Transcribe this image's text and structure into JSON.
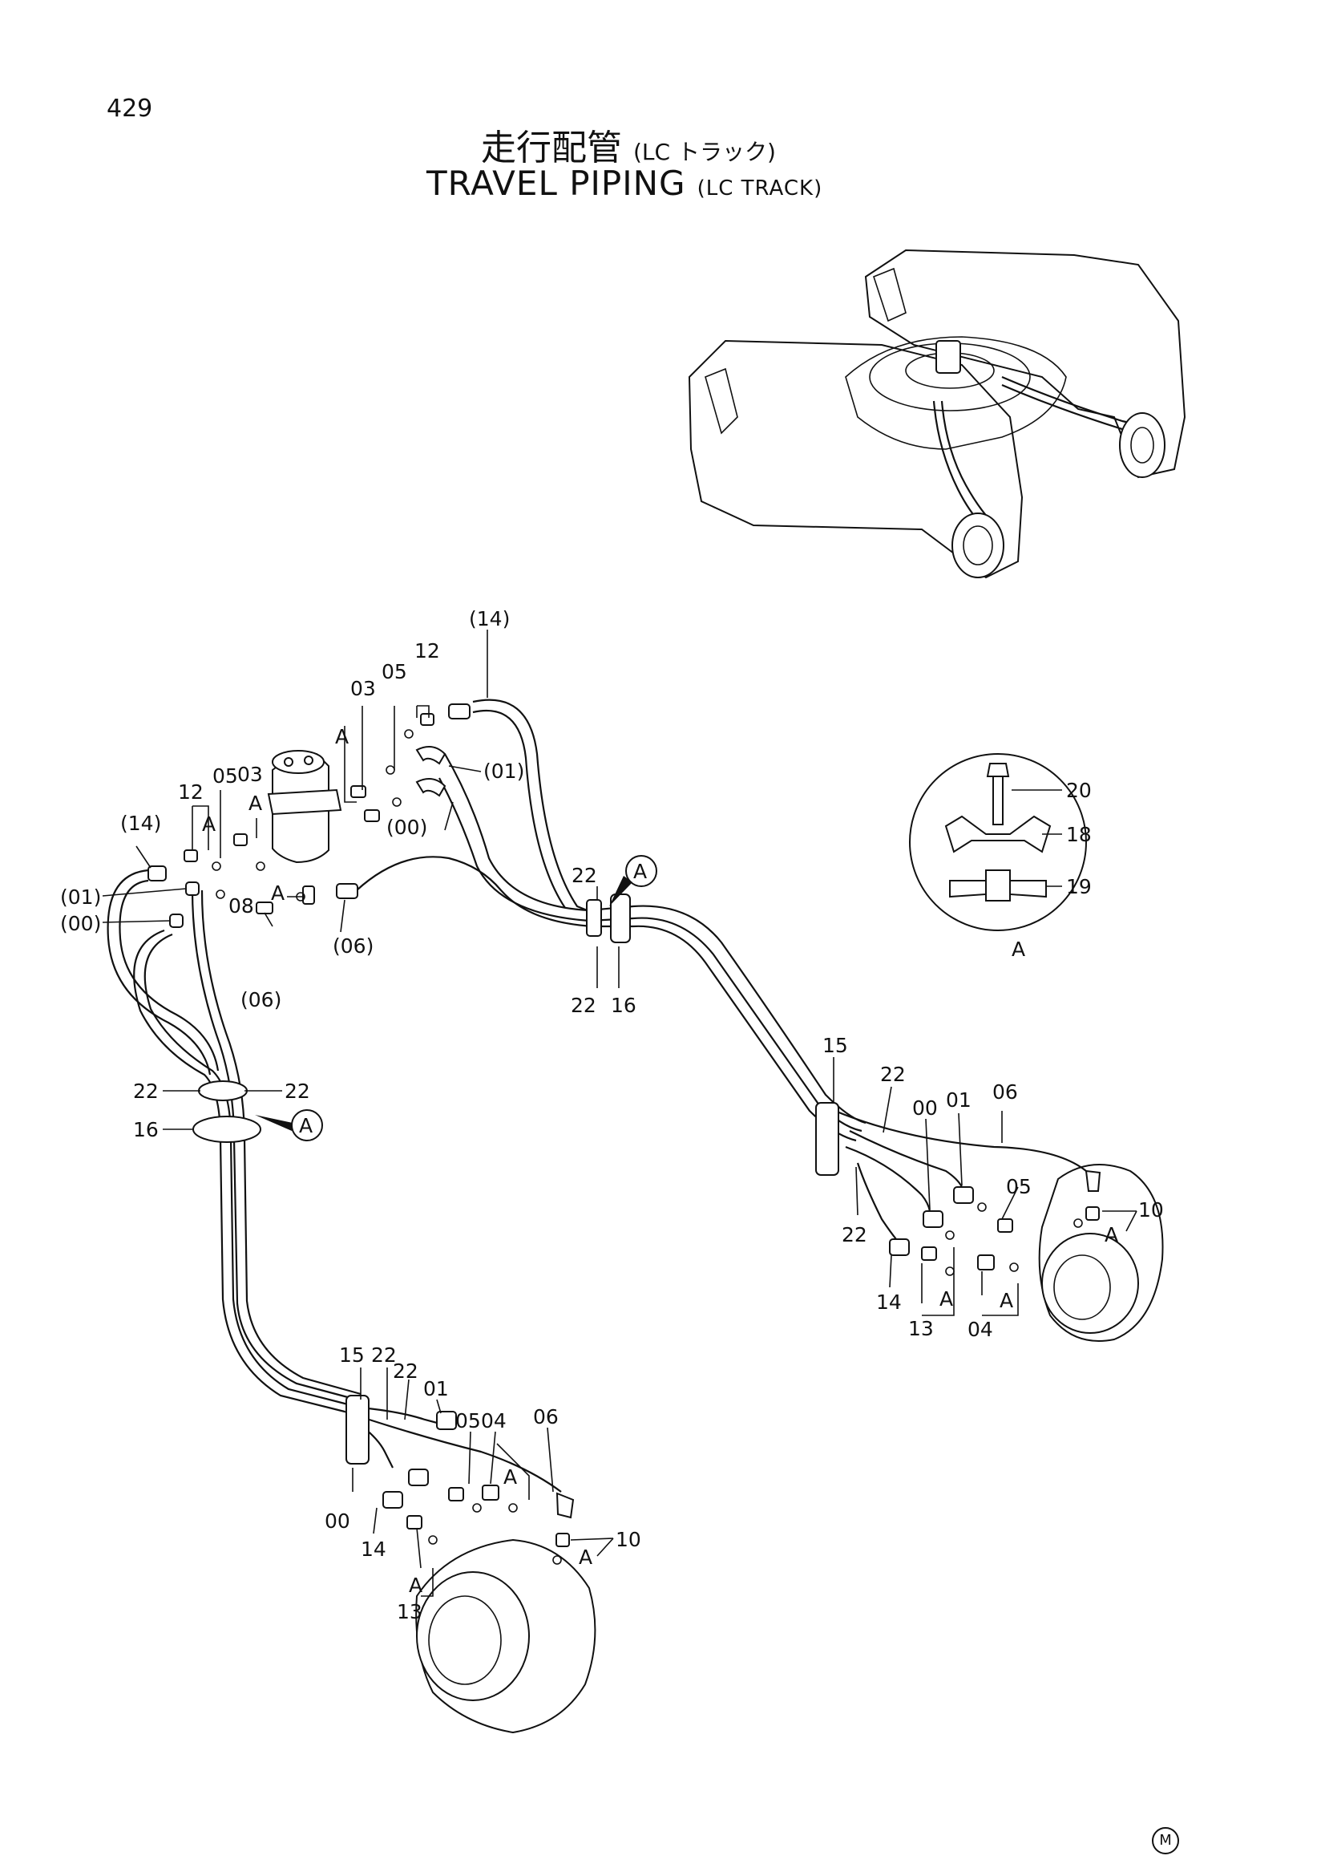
{
  "page_number": "429",
  "title": {
    "jp": "走行配管",
    "jp_sub": "(LC トラック)",
    "en": "TRAVEL PIPING",
    "en_sub": "(LC TRACK)"
  },
  "detail_view": {
    "label": "A",
    "callouts": [
      "20",
      "18",
      "19"
    ]
  },
  "view_markers": [
    "A",
    "A"
  ],
  "callouts": {
    "left_valve": [
      "(14)",
      "12",
      "05",
      "03",
      "A",
      "03",
      "A",
      "05",
      "12",
      "A",
      "(14)",
      "(01)",
      "(00)",
      "08",
      "A",
      "(06)",
      "(06)",
      "(01)",
      "(00)"
    ],
    "center_clamp": [
      "22",
      "22",
      "16"
    ],
    "left_clamp": [
      "22",
      "22",
      "16"
    ],
    "right_motor": [
      "15",
      "22",
      "00",
      "01",
      "06",
      "05",
      "10",
      "A",
      "22",
      "14",
      "13",
      "A",
      "04",
      "A"
    ],
    "bottom_motor": [
      "15",
      "22",
      "22",
      "01",
      "05",
      "04",
      "06",
      "A",
      "00",
      "14",
      "A",
      "13",
      "10",
      "A"
    ]
  },
  "copyright_mark": "M"
}
